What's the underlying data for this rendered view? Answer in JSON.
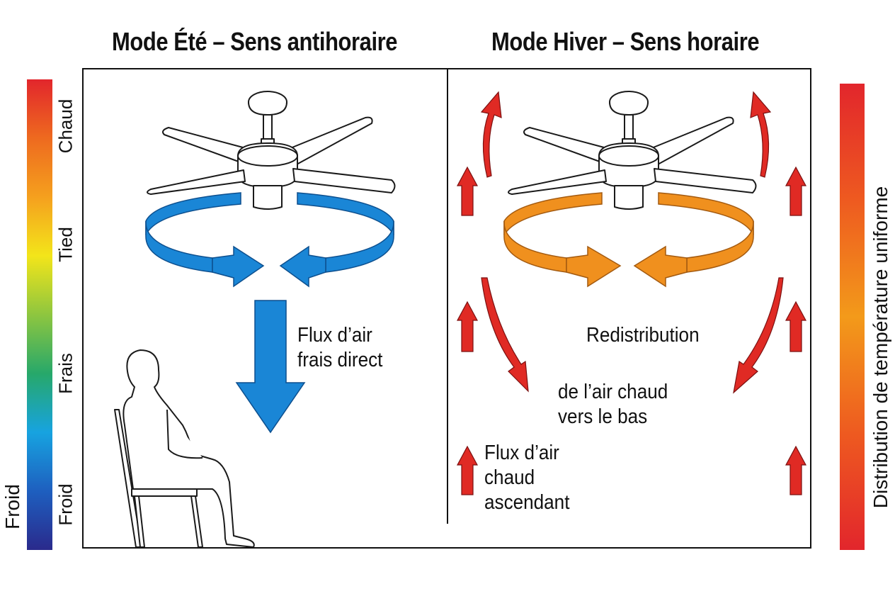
{
  "titles": {
    "summer": "Mode Été – Sens antihoraire",
    "winter": "Mode Hiver – Sens horaire"
  },
  "temperature_scale": {
    "axis_label": "Froid",
    "ticks": [
      "Froid",
      "Frais",
      "Tied",
      "Chaud"
    ],
    "gradient": [
      "#2a2a8c",
      "#1e5fbf",
      "#17a3e0",
      "#27a86a",
      "#8ec63f",
      "#f3e51a",
      "#f5a01e",
      "#ee6a1f",
      "#e2262c"
    ]
  },
  "summer": {
    "airflow_label": "Flux d’air\nfrais direct",
    "flow_color": "#1a86d6"
  },
  "winter": {
    "redistribution_label_1": "Redistribution",
    "redistribution_label_2": "de l’air chaud\nvers le bas",
    "rising_label": "Flux d’air\nchaud\nascendant",
    "flow_color": "#f0901e",
    "arrow_color": "#e02a24"
  },
  "uniform": {
    "label": "Distribution de température uniforme",
    "gradient": [
      "#e2262c",
      "#ee5a20",
      "#f39a1a",
      "#ee5a20",
      "#e2262c"
    ]
  }
}
